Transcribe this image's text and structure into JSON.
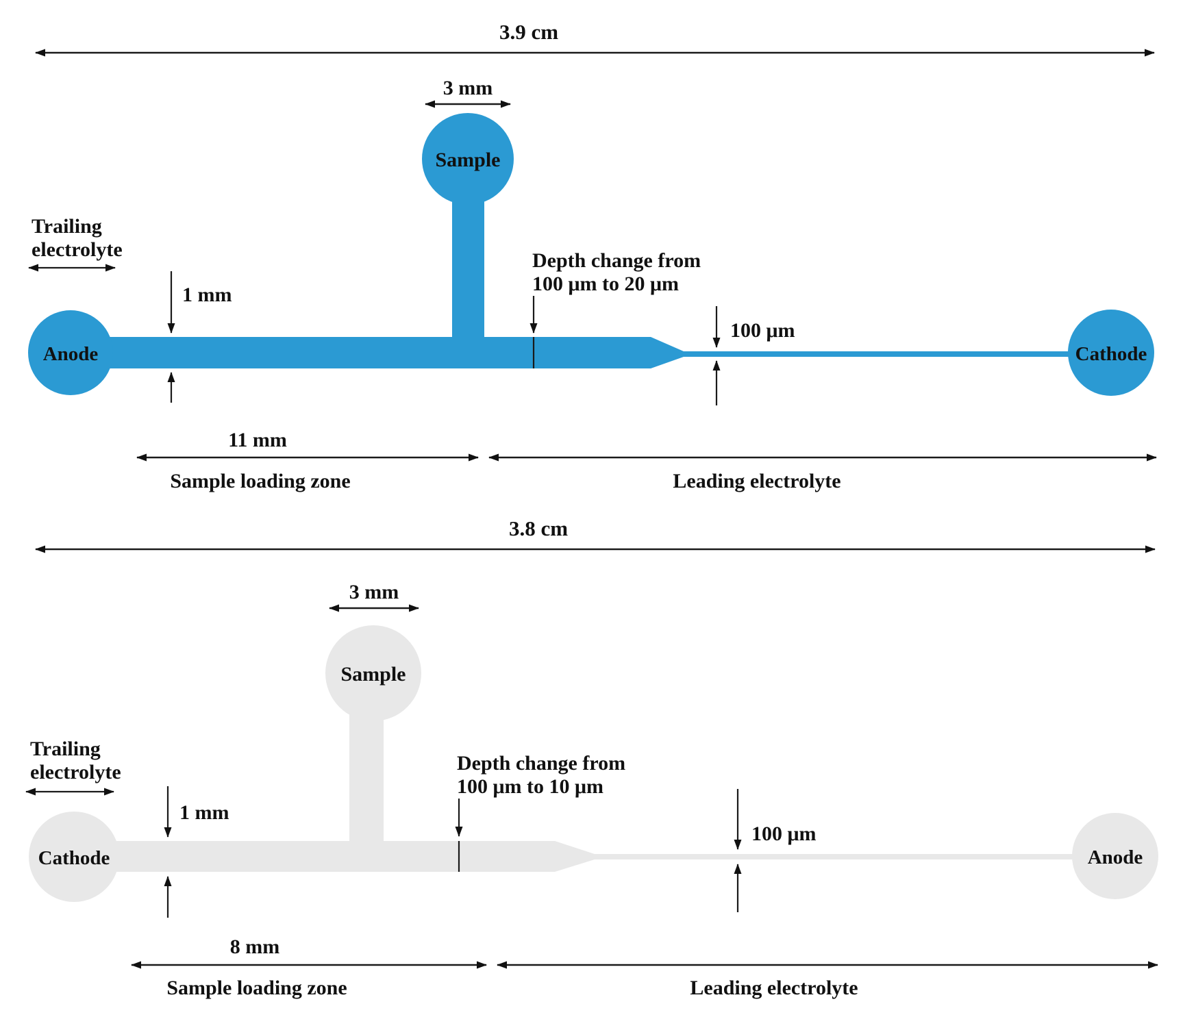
{
  "figure": {
    "description": "Schematics of two isotachophoresis microfluidic chips with reservoirs, tapered channels and dimension annotations"
  },
  "colors": {
    "chip_blue": "#2b9ad3",
    "chip_gray": "#e8e8e8",
    "annotation": "#111111",
    "background": "#ffffff"
  },
  "top": {
    "total_length": "3.9 cm",
    "well_diameter": "3 mm",
    "sample_well": "Sample",
    "left_well": "Anode",
    "right_well": "Cathode",
    "trailing_line1": "Trailing",
    "trailing_line2": "electrolyte",
    "channel_width": "1 mm",
    "depth_line1": "Depth change from",
    "depth_line2": "100 μm to 20 μm",
    "narrow_channel_width": "100 μm",
    "loading_length": "11 mm",
    "loading_zone": "Sample loading zone",
    "leading_zone": "Leading electrolyte"
  },
  "bottom": {
    "total_length": "3.8 cm",
    "well_diameter": "3 mm",
    "sample_well": "Sample",
    "left_well": "Cathode",
    "right_well": "Anode",
    "trailing_line1": "Trailing",
    "trailing_line2": "electrolyte",
    "channel_width": "1 mm",
    "depth_line1": "Depth change from",
    "depth_line2": "100 μm to 10 μm",
    "narrow_channel_width": "100 μm",
    "loading_length": "8 mm",
    "loading_zone": "Sample loading zone",
    "leading_zone": "Leading electrolyte"
  }
}
